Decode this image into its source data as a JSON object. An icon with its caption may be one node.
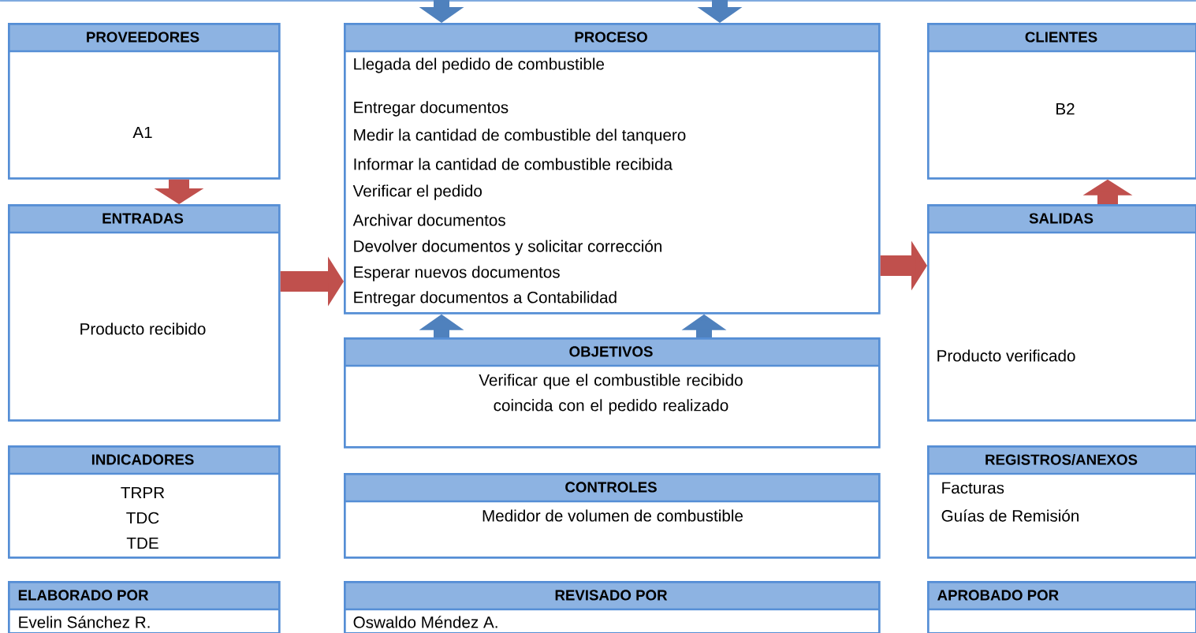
{
  "diagram": {
    "nodes": [
      {
        "text": [
          "PROVEEDORES",
          "A1"
        ]
      },
      {
        "text": [
          "PROCESO",
          "Llegada del pedido de combustible",
          "Entregar documentos",
          "Medir la cantidad de combustible del tanquero",
          "Informar la cantidad de combustible recibida",
          "Verificar el pedido",
          "Archivar documentos",
          "Devolver documentos y solicitar corrección",
          "Esperar nuevos documentos",
          "Entregar documentos a Contabilidad"
        ]
      },
      {
        "text": [
          "CLIENTES",
          "B2"
        ]
      },
      {
        "text": [
          "ENTRADAS",
          "Producto recibido"
        ]
      },
      {
        "text": [
          "SALIDAS",
          "Producto verificado"
        ]
      },
      {
        "text": [
          "OBJETIVOS",
          "Verificar que el combustible recibido coincida con el pedido realizado"
        ]
      },
      {
        "text": [
          "INDICADORES",
          "TRPR",
          "TDC",
          "TDE"
        ]
      },
      {
        "text": [
          "CONTROLES",
          "Medidor de volumen de combustible"
        ]
      },
      {
        "text": [
          "REGISTROS/ANEXOS",
          "Facturas",
          "Guías de Remisión"
        ]
      },
      {
        "text": [
          "ELABORADO POR",
          "Evelin Sánchez R."
        ]
      },
      {
        "text": [
          "REVISADO POR",
          "Oswaldo Méndez A."
        ]
      },
      {
        "text": [
          "APROBADO POR"
        ]
      }
    ],
    "edges": [
      {
        "from": null,
        "to": 1,
        "arrow": "to",
        "color": "#4f81bd"
      },
      {
        "from": null,
        "to": 1,
        "arrow": "to",
        "color": "#4f81bd"
      },
      {
        "from": 0,
        "to": 3,
        "arrow": "to",
        "color": "#c0504d"
      },
      {
        "from": 3,
        "to": 1,
        "arrow": "to",
        "color": "#c0504d"
      },
      {
        "from": 1,
        "to": 4,
        "arrow": "to",
        "color": "#c0504d"
      },
      {
        "from": 4,
        "to": 2,
        "arrow": "to",
        "color": "#c0504d"
      },
      {
        "from": 5,
        "to": 1,
        "arrow": "to",
        "color": "#4f81bd"
      },
      {
        "from": 5,
        "to": 1,
        "arrow": "to",
        "color": "#4f81bd"
      }
    ]
  }
}
